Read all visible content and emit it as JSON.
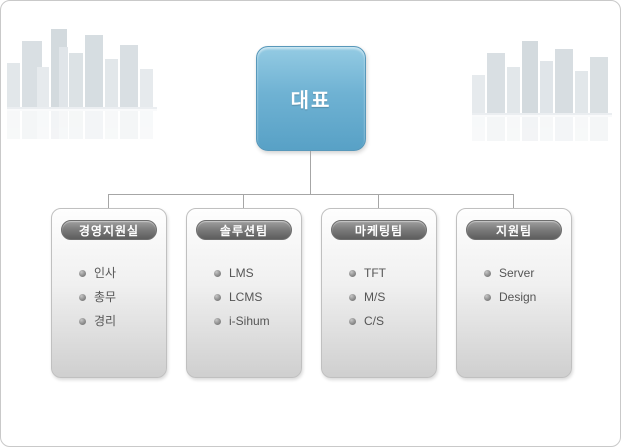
{
  "root": {
    "label": "대표"
  },
  "departments": [
    {
      "title": "경영지원실",
      "items": [
        "인사",
        "총무",
        "경리"
      ]
    },
    {
      "title": "솔루션팀",
      "items": [
        "LMS",
        "LCMS",
        "i-Sihum"
      ]
    },
    {
      "title": "마케팅팀",
      "items": [
        "TFT",
        "M/S",
        "C/S"
      ]
    },
    {
      "title": "지원팀",
      "items": [
        "Server",
        "Design"
      ]
    }
  ],
  "colors": {
    "root_box_top": "#94cbe3",
    "root_box_bottom": "#58a1c6",
    "pill_top": "#a0a0a0",
    "pill_bottom": "#5d5d5d",
    "card_bottom": "#cfcfcf",
    "connector": "#a6a6a6",
    "item_text": "#555555"
  }
}
